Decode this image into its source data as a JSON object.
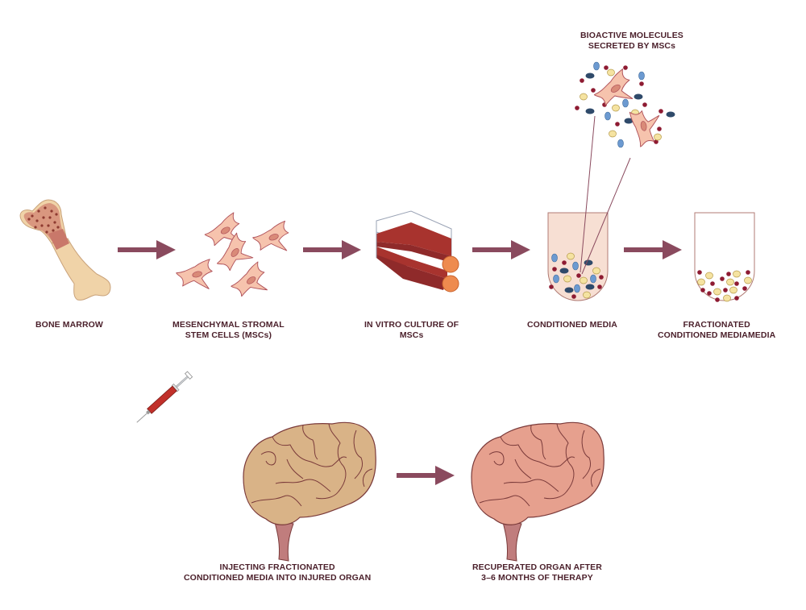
{
  "colors": {
    "arrow": "#8a4a5e",
    "label_text": "#4a1f2a",
    "cell_fill": "#f6c3ad",
    "cell_stroke": "#b0525a",
    "nucleus": "#d98a78",
    "bone_fill": "#f0d3a8",
    "marrow_fill": "#d9977f",
    "flask_red": "#a8332e",
    "cap_orange": "#ee8b4f",
    "tube_fill": "#f7dfd3",
    "mol_dark_red": "#8e1b32",
    "mol_cream": "#f5e3a1",
    "mol_blue": "#6c9ad1",
    "mol_navy": "#2f4a6a",
    "brain_injured": "#d9b387",
    "brain_recovered": "#e6a08e",
    "brainstem": "#c07d7d",
    "syringe_red": "#c1302a"
  },
  "stages": [
    {
      "id": "bone-marrow",
      "label_lines": [
        "BONE MARROW"
      ]
    },
    {
      "id": "mscs",
      "label_lines": [
        "MESENCHYMAL STROMAL",
        "STEM CELLS (MSCs)"
      ]
    },
    {
      "id": "in-vitro-culture",
      "label_lines": [
        "IN VITRO CULTURE OF",
        "MSCs"
      ]
    },
    {
      "id": "conditioned-media",
      "label_lines": [
        "CONDITIONED MEDIA"
      ]
    },
    {
      "id": "fractionated-media",
      "label_lines": [
        "FRACTIONATED",
        "CONDITIONED MEDIAMEDIA"
      ]
    },
    {
      "id": "injecting",
      "label_lines": [
        "INJECTING FRACTIONATED",
        "CONDITIONED MEDIA INTO INJURED ORGAN"
      ]
    },
    {
      "id": "recuperated",
      "label_lines": [
        "RECUPERATED ORGAN AFTER",
        "3–6 MONTHS OF THERAPY"
      ]
    }
  ],
  "callout": {
    "label_lines": [
      "BIOACTIVE MOLECULES",
      "SECRETED BY MSCs"
    ]
  }
}
